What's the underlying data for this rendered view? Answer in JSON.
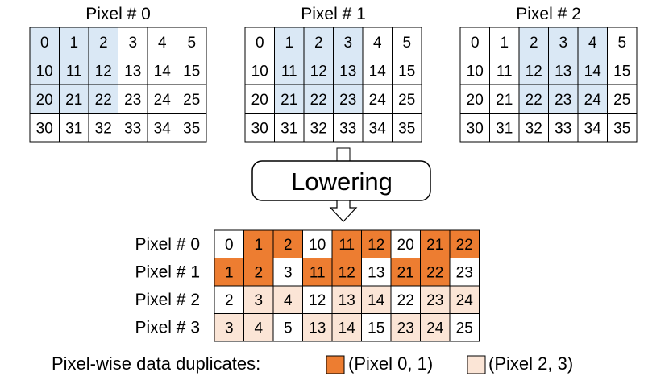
{
  "input_grids": [
    {
      "title": "Pixel # 0",
      "rows": [
        [
          "0",
          "1",
          "2",
          "3",
          "4",
          "5"
        ],
        [
          "10",
          "11",
          "12",
          "13",
          "14",
          "15"
        ],
        [
          "20",
          "21",
          "22",
          "23",
          "24",
          "25"
        ],
        [
          "30",
          "31",
          "32",
          "33",
          "34",
          "35"
        ]
      ],
      "highlight": [
        [
          1,
          1,
          1,
          0,
          0,
          0
        ],
        [
          1,
          1,
          1,
          0,
          0,
          0
        ],
        [
          1,
          1,
          1,
          0,
          0,
          0
        ],
        [
          0,
          0,
          0,
          0,
          0,
          0
        ]
      ]
    },
    {
      "title": "Pixel # 1",
      "rows": [
        [
          "0",
          "1",
          "2",
          "3",
          "4",
          "5"
        ],
        [
          "10",
          "11",
          "12",
          "13",
          "14",
          "15"
        ],
        [
          "20",
          "21",
          "22",
          "23",
          "24",
          "25"
        ],
        [
          "30",
          "31",
          "32",
          "33",
          "34",
          "35"
        ]
      ],
      "highlight": [
        [
          0,
          1,
          1,
          1,
          0,
          0
        ],
        [
          0,
          1,
          1,
          1,
          0,
          0
        ],
        [
          0,
          1,
          1,
          1,
          0,
          0
        ],
        [
          0,
          0,
          0,
          0,
          0,
          0
        ]
      ]
    },
    {
      "title": "Pixel # 2",
      "rows": [
        [
          "0",
          "1",
          "2",
          "3",
          "4",
          "5"
        ],
        [
          "10",
          "11",
          "12",
          "13",
          "14",
          "15"
        ],
        [
          "20",
          "21",
          "22",
          "23",
          "24",
          "25"
        ],
        [
          "30",
          "31",
          "32",
          "33",
          "34",
          "35"
        ]
      ],
      "highlight": [
        [
          0,
          0,
          1,
          1,
          1,
          0
        ],
        [
          0,
          0,
          1,
          1,
          1,
          0
        ],
        [
          0,
          0,
          1,
          1,
          1,
          0
        ],
        [
          0,
          0,
          0,
          0,
          0,
          0
        ]
      ]
    }
  ],
  "process_label": "Lowering",
  "lowered": {
    "row_labels": [
      "Pixel # 0",
      "Pixel # 1",
      "Pixel # 2",
      "Pixel # 3"
    ],
    "rows": [
      [
        "0",
        "1",
        "2",
        "10",
        "11",
        "12",
        "20",
        "21",
        "22"
      ],
      [
        "1",
        "2",
        "3",
        "11",
        "12",
        "13",
        "21",
        "22",
        "23"
      ],
      [
        "2",
        "3",
        "4",
        "12",
        "13",
        "14",
        "22",
        "23",
        "24"
      ],
      [
        "3",
        "4",
        "5",
        "13",
        "14",
        "15",
        "23",
        "24",
        "25"
      ]
    ],
    "fill": [
      [
        0,
        1,
        1,
        0,
        1,
        1,
        0,
        1,
        1
      ],
      [
        1,
        1,
        0,
        1,
        1,
        0,
        1,
        1,
        0
      ],
      [
        0,
        2,
        2,
        0,
        2,
        2,
        0,
        2,
        2
      ],
      [
        2,
        2,
        0,
        2,
        2,
        0,
        2,
        2,
        0
      ]
    ]
  },
  "legend": {
    "label": "Pixel-wise data duplicates:",
    "items": [
      {
        "text": "(Pixel 0, 1)",
        "color": "#ed7d31"
      },
      {
        "text": "(Pixel 2, 3)",
        "color": "#fbe5d6"
      }
    ]
  },
  "colors": {
    "window": "#dae8f5",
    "dup_01": "#ed7d31",
    "dup_23": "#fbe5d6",
    "border": "#000000"
  }
}
